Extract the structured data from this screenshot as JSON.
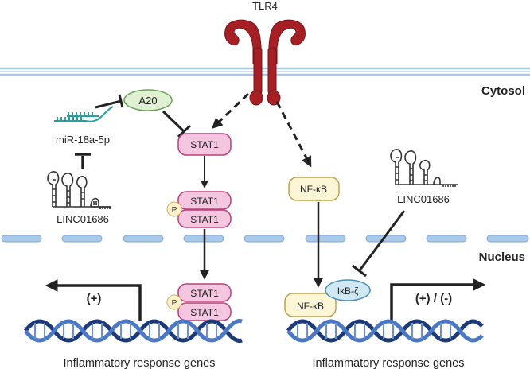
{
  "receptor": {
    "label": "TLR4"
  },
  "compartments": {
    "cytosol": "Cytosol",
    "nucleus": "Nucleus"
  },
  "nodes": {
    "a20": "A20",
    "mirna": "miR-18a-5p",
    "linc_left": "LINC01686",
    "linc_right": "LINC01686",
    "stat1_single": "STAT1",
    "stat1_dimer_top": "STAT1",
    "stat1_dimer_bottom": "STAT1",
    "stat1_nuc_top": "STAT1",
    "stat1_nuc_bottom": "STAT1",
    "phospho_cyto": "P",
    "phospho_nuc": "P",
    "nfkb_cyto": "NF-κB",
    "nfkb_nuc": "NF-κB",
    "ikbz": "IκB-ζ"
  },
  "outputs": {
    "left_sign": "(+)",
    "right_sign": "(+) / (-)",
    "left_genes": "Inflammatory response genes",
    "right_genes": "Inflammatory response genes"
  },
  "colors": {
    "receptor": "#a51f24",
    "membrane": "#a9c9ea",
    "stat1_fill": "#f4c6e0",
    "stat1_stroke": "#b5427f",
    "nfkb_fill": "#fcf6d6",
    "nfkb_stroke": "#bfa34a",
    "a20_fill": "#dff0d3",
    "a20_stroke": "#6aa357",
    "ikbz_fill": "#cfe8f3",
    "ikbz_stroke": "#4b8fb3",
    "phospho_fill": "#fbf0c8",
    "dna_dark": "#1c3a78",
    "dna_light": "#4a78c4",
    "mirna": "#2a9fa0",
    "arrow": "#222222"
  }
}
